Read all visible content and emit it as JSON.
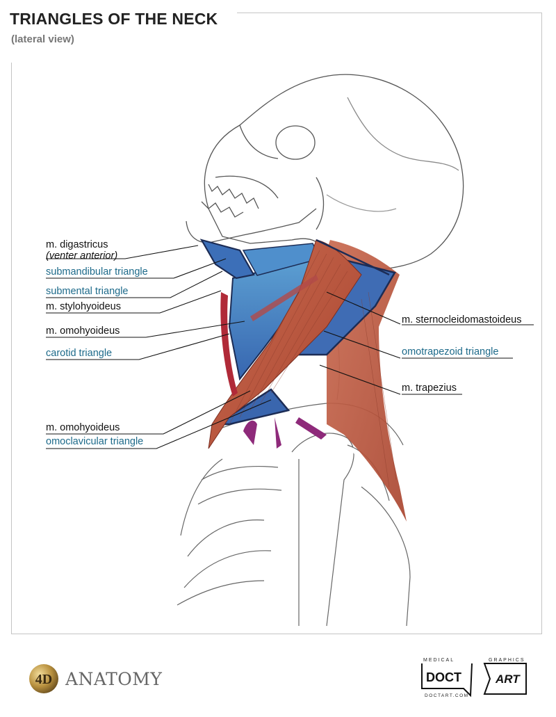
{
  "header": {
    "title": "TRIANGLES OF THE NECK",
    "subtitle": "(lateral view)"
  },
  "labels": {
    "digastricus": "m. digastricus",
    "venter_anterior": "(venter anterior)",
    "submandibular": "submandibular triangle",
    "submental": "submental triangle",
    "stylohyoideus": "m. stylohyoideus",
    "omohyoideus_upper": "m. omohyoideus",
    "carotid": "carotid triangle",
    "omohyoideus_lower": "m. omohyoideus",
    "omoclavicular": "omoclavicular triangle",
    "sternocleidomastoideus": "m. sternocleidomastoideus",
    "omotrapezoid": "omotrapezoid triangle",
    "trapezius": "m. trapezius"
  },
  "footer": {
    "brand_mark": "4D",
    "brand_name": "ANATOMY",
    "doct_top": "MEDICAL",
    "doct_word": "DOCT",
    "doct_url": "DOCTART.COM",
    "art_top": "GRAPHICS",
    "art_word": "ART"
  },
  "colors": {
    "muscle": "#c0604a",
    "muscle_dark": "#8e3526",
    "triangle": "#3d6fb8",
    "triangle_light": "#5f9fd0",
    "label_triangle": "#1d6a8a",
    "frame": "#c4c4c4"
  }
}
